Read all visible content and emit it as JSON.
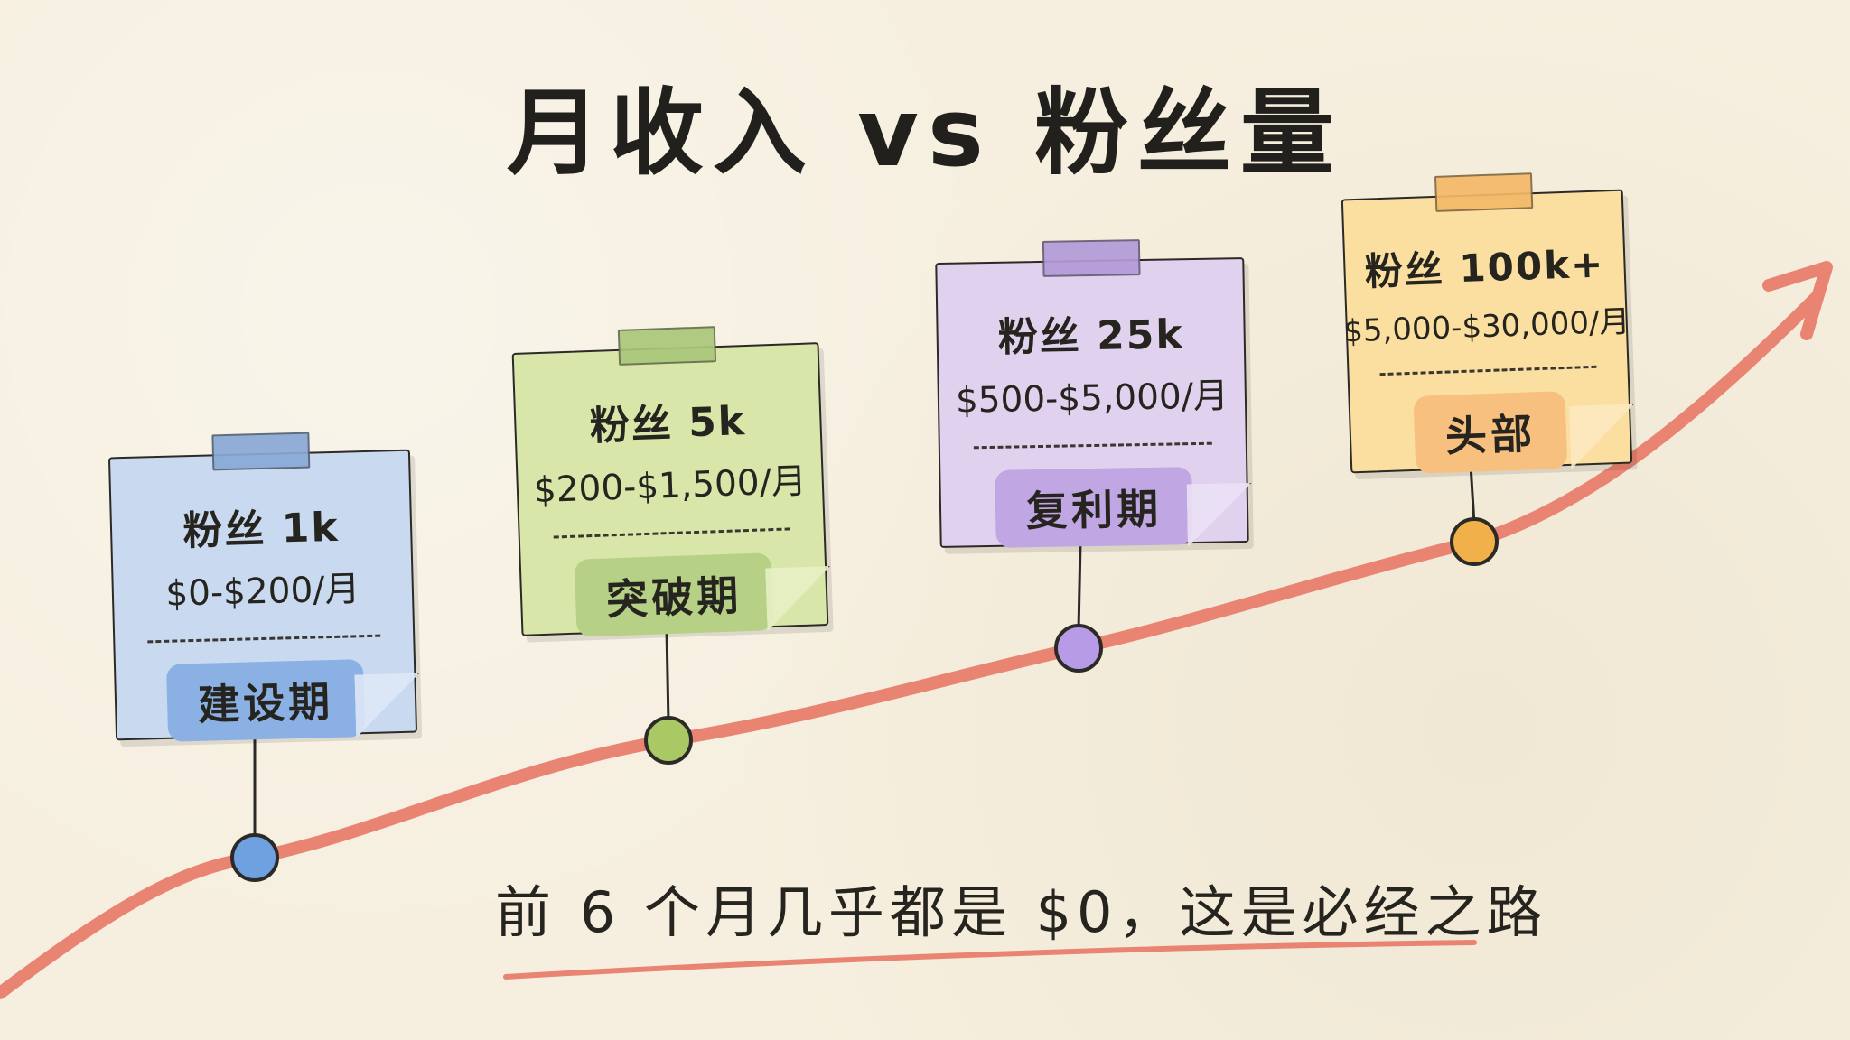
{
  "title": "月收入 vs 粉丝量",
  "stages": [
    {
      "fans": "粉丝 1k",
      "income": "$0-$200/月",
      "phase": "建设期",
      "color": "#6fa0e0"
    },
    {
      "fans": "粉丝 5k",
      "income": "$200-$1,500/月",
      "phase": "突破期",
      "color": "#a9c964"
    },
    {
      "fans": "粉丝 25k",
      "income": "$500-$5,000/月",
      "phase": "复利期",
      "color": "#b79be6"
    },
    {
      "fans": "粉丝 100k+",
      "income": "$5,000-$30,000/月",
      "phase": "头部",
      "color": "#f2b04a"
    }
  ],
  "footnote": "前 6 个月几乎都是 $0，这是必经之路",
  "curve_color": "#ea8472"
}
